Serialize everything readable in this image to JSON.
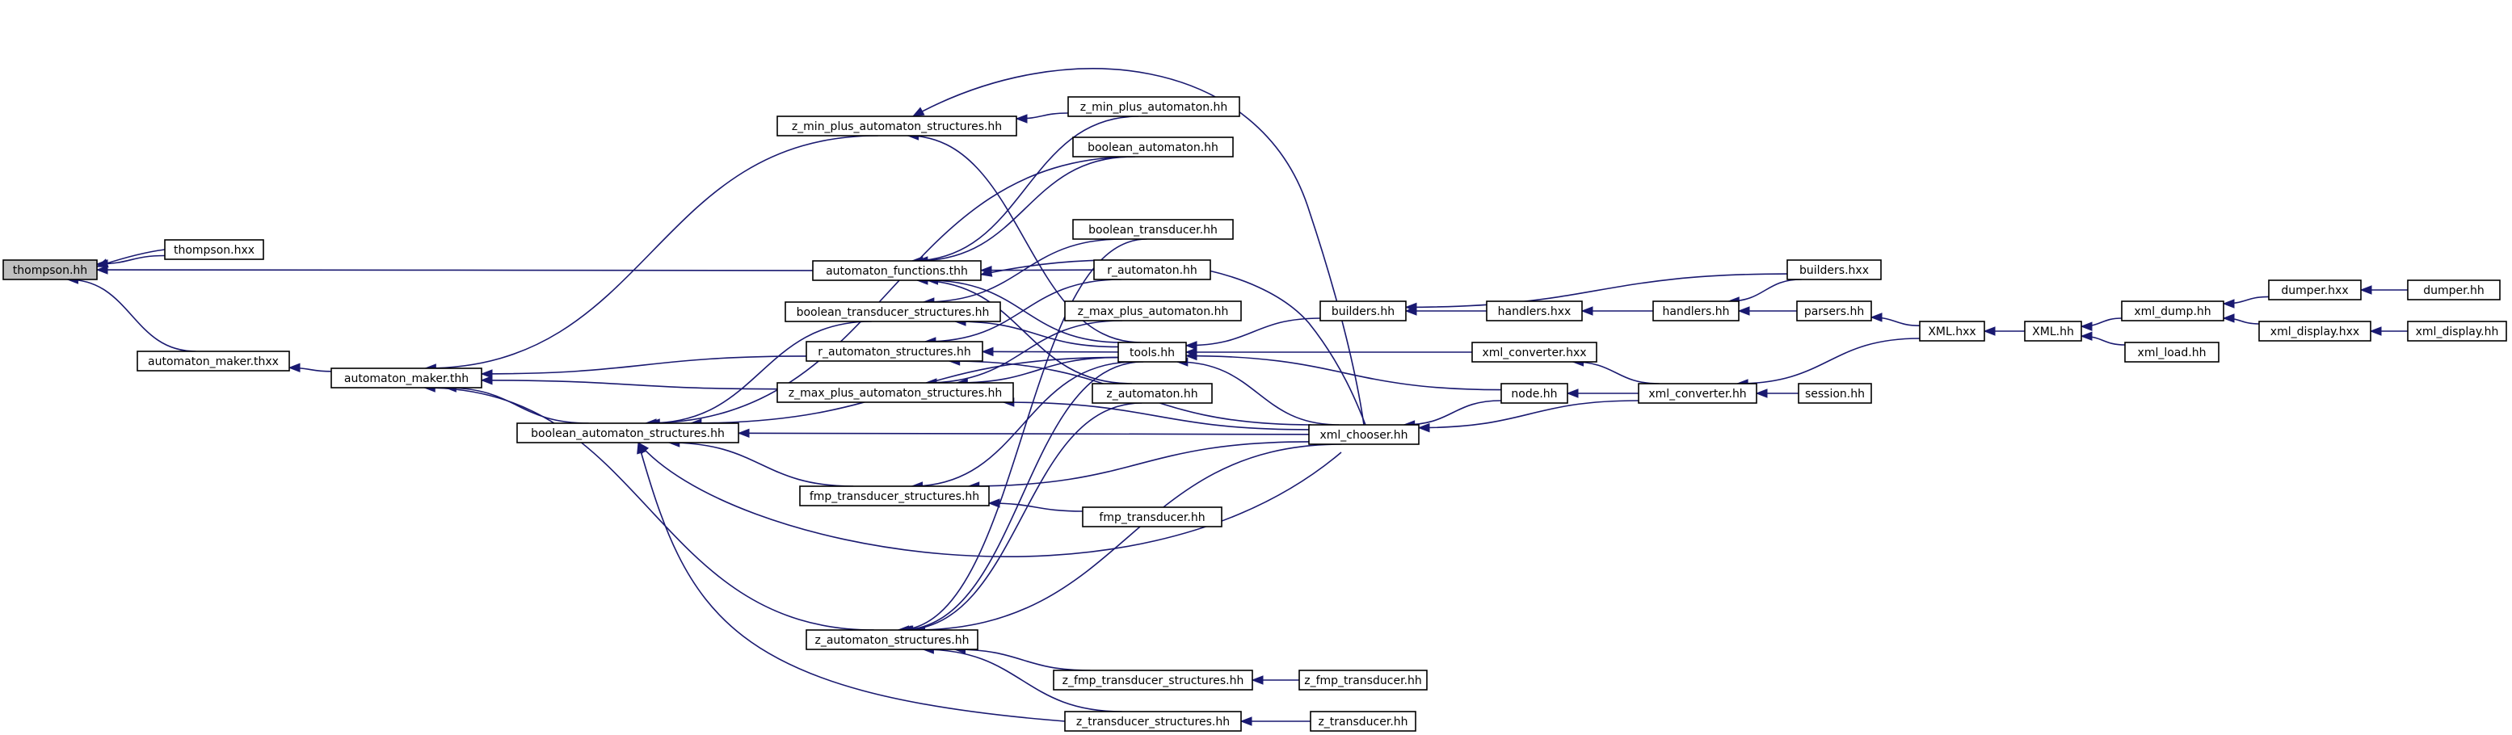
{
  "graph": {
    "colors": {
      "edge": "#191970",
      "node_border": "#000000",
      "root_fill": "#bfbfbf",
      "node_fill": "#ffffff"
    },
    "nodes": [
      {
        "id": "thompson_hh",
        "label": "thompson.hh",
        "root": true
      },
      {
        "id": "thompson_hxx",
        "label": "thompson.hxx"
      },
      {
        "id": "automaton_maker_thxx",
        "label": "automaton_maker.thxx"
      },
      {
        "id": "automaton_maker_thh",
        "label": "automaton_maker.thh"
      },
      {
        "id": "z_min_plus_automaton_structures_hh",
        "label": "z_min_plus_automaton_structures.hh"
      },
      {
        "id": "automaton_functions_thh",
        "label": "automaton_functions.thh"
      },
      {
        "id": "boolean_transducer_structures_hh",
        "label": "boolean_transducer_structures.hh"
      },
      {
        "id": "r_automaton_structures_hh",
        "label": "r_automaton_structures.hh"
      },
      {
        "id": "z_max_plus_automaton_structures_hh",
        "label": "z_max_plus_automaton_structures.hh"
      },
      {
        "id": "boolean_automaton_structures_hh",
        "label": "boolean_automaton_structures.hh"
      },
      {
        "id": "fmp_transducer_structures_hh",
        "label": "fmp_transducer_structures.hh"
      },
      {
        "id": "z_automaton_structures_hh",
        "label": "z_automaton_structures.hh"
      },
      {
        "id": "z_min_plus_automaton_hh",
        "label": "z_min_plus_automaton.hh"
      },
      {
        "id": "boolean_automaton_hh",
        "label": "boolean_automaton.hh"
      },
      {
        "id": "boolean_transducer_hh",
        "label": "boolean_transducer.hh"
      },
      {
        "id": "r_automaton_hh",
        "label": "r_automaton.hh"
      },
      {
        "id": "z_max_plus_automaton_hh",
        "label": "z_max_plus_automaton.hh"
      },
      {
        "id": "tools_hh",
        "label": "tools.hh"
      },
      {
        "id": "z_automaton_hh",
        "label": "z_automaton.hh"
      },
      {
        "id": "fmp_transducer_hh",
        "label": "fmp_transducer.hh"
      },
      {
        "id": "z_fmp_transducer_structures_hh",
        "label": "z_fmp_transducer_structures.hh"
      },
      {
        "id": "z_transducer_structures_hh",
        "label": "z_transducer_structures.hh"
      },
      {
        "id": "z_fmp_transducer_hh",
        "label": "z_fmp_transducer.hh"
      },
      {
        "id": "z_transducer_hh",
        "label": "z_transducer.hh"
      },
      {
        "id": "xml_chooser_hh",
        "label": "xml_chooser.hh"
      },
      {
        "id": "builders_hh",
        "label": "builders.hh"
      },
      {
        "id": "handlers_hxx",
        "label": "handlers.hxx"
      },
      {
        "id": "handlers_hh",
        "label": "handlers.hh"
      },
      {
        "id": "builders_hxx",
        "label": "builders.hxx"
      },
      {
        "id": "parsers_hh",
        "label": "parsers.hh"
      },
      {
        "id": "xml_converter_hxx",
        "label": "xml_converter.hxx"
      },
      {
        "id": "node_hh",
        "label": "node.hh"
      },
      {
        "id": "xml_converter_hh",
        "label": "xml_converter.hh"
      },
      {
        "id": "session_hh",
        "label": "session.hh"
      },
      {
        "id": "XML_hxx",
        "label": "XML.hxx"
      },
      {
        "id": "XML_hh",
        "label": "XML.hh"
      },
      {
        "id": "xml_dump_hh",
        "label": "xml_dump.hh"
      },
      {
        "id": "xml_load_hh",
        "label": "xml_load.hh"
      },
      {
        "id": "dumper_hxx",
        "label": "dumper.hxx"
      },
      {
        "id": "dumper_hh",
        "label": "dumper.hh"
      },
      {
        "id": "xml_display_hxx",
        "label": "xml_display.hxx"
      },
      {
        "id": "xml_display_hh",
        "label": "xml_display.hh"
      }
    ]
  }
}
